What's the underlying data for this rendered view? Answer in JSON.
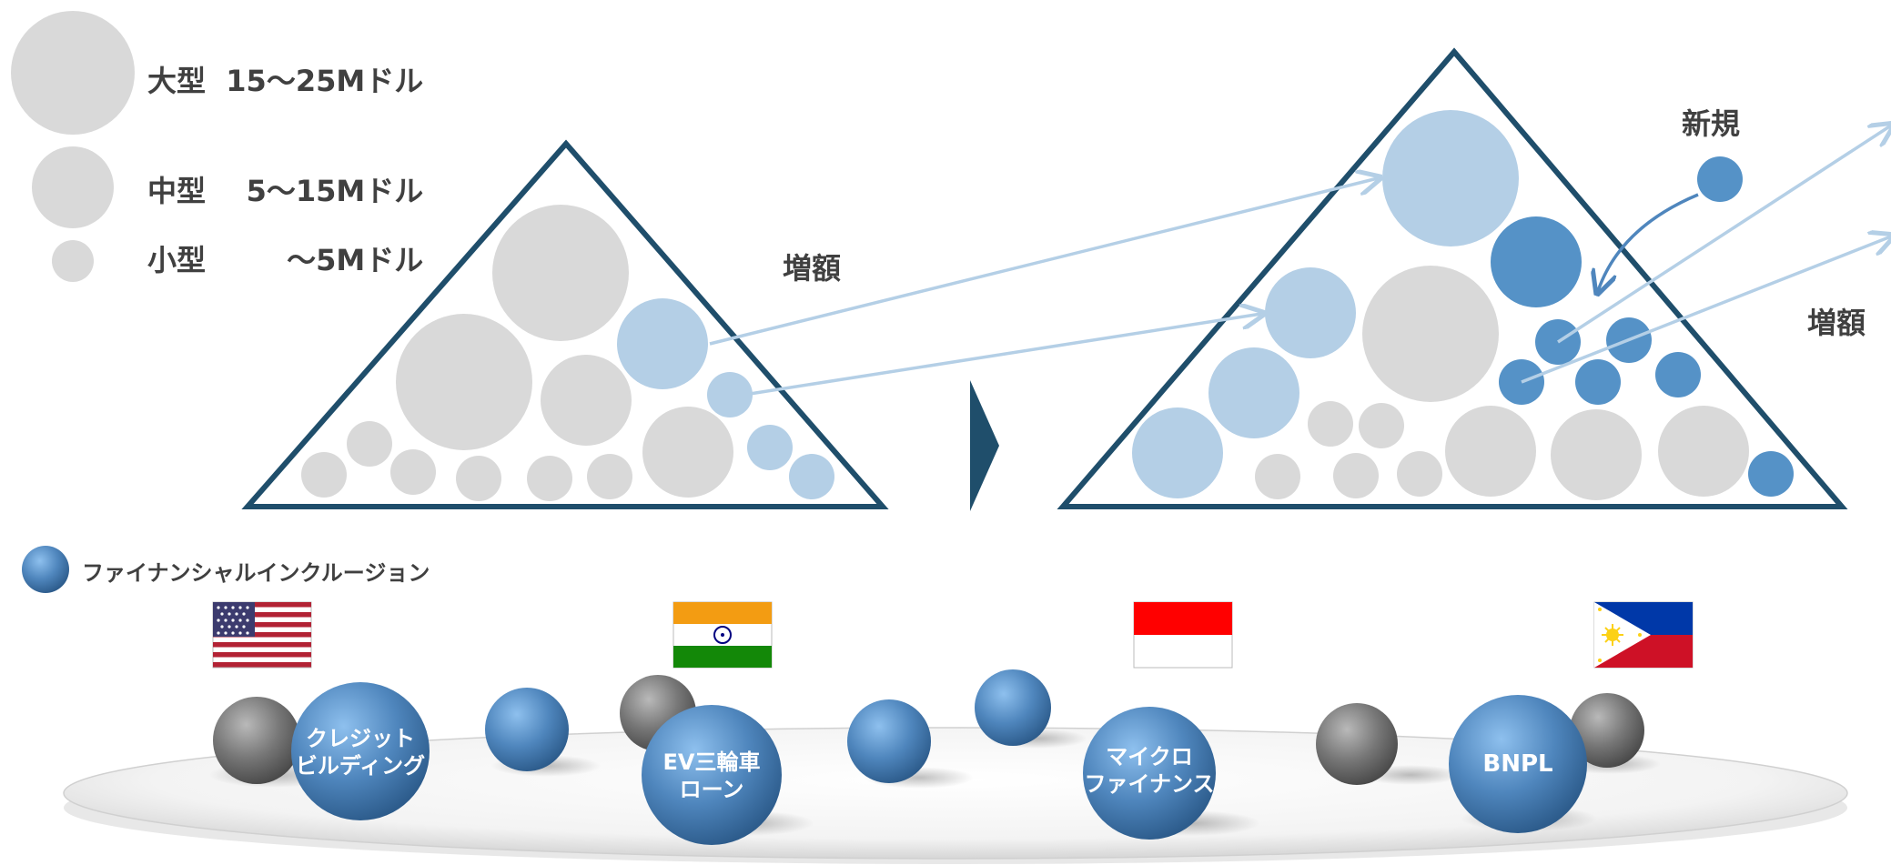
{
  "legend": {
    "large": "大型  15～25Mドル",
    "medium": "中型    5～15Mドル",
    "small": "小型        ～5Mドル",
    "inclusion": "ファイナンシャルインクルージョン"
  },
  "annotations": {
    "increase_left": "増額",
    "new": "新規",
    "increase_right": "増額"
  },
  "balls": {
    "credit_line1": "クレジット",
    "credit_line2": "ビルディング",
    "ev_line1": "EV三輪車",
    "ev_line2": "ローン",
    "micro_line1": "マイクロ",
    "micro_line2": "ファイナンス",
    "bnpl": "BNPL"
  },
  "flags": [
    "usa-flag",
    "india-flag",
    "indonesia-flag",
    "philippines-flag"
  ],
  "colors": {
    "gray": "#d9d9d9",
    "light_blue": "#b4cfe6",
    "mid_blue": "#5592c7",
    "navy": "#1f4e6b",
    "arrow": "#b4cfe6",
    "text": "#404040"
  }
}
